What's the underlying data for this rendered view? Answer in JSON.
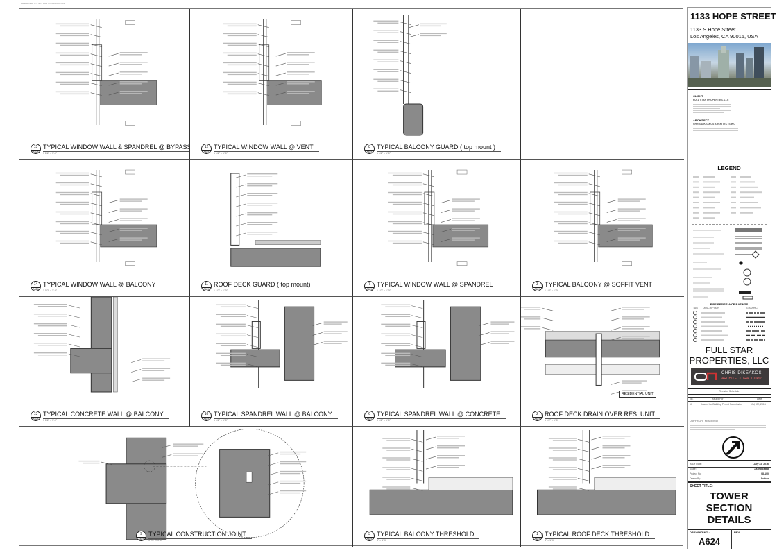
{
  "sheet_note": "PRELIMINARY — NOT FOR CONSTRUCTION",
  "details": [
    {
      "num": "15",
      "sheet": "A624",
      "title": "TYPICAL WINDOW WALL & SPANDREL @ BYPASS",
      "scale": "1 1/2\" = 1'-0\"",
      "kind": "window"
    },
    {
      "num": "12",
      "sheet": "A624",
      "title": "TYPICAL WINDOW WALL @ VENT",
      "scale": "1 1/2\" = 1'-0\"",
      "kind": "window"
    },
    {
      "num": "8",
      "sheet": "A624",
      "title": "TYPICAL BALCONY GUARD ( top mount )",
      "scale": "1 1/2\" = 1'-0\"",
      "kind": "guard"
    },
    {
      "num": "14",
      "sheet": "A624",
      "title": "TYPICAL WINDOW WALL @ BALCONY",
      "scale": "1 1/2\" = 1'-0\"",
      "kind": "window"
    },
    {
      "num": "11",
      "sheet": "A624",
      "title": "ROOF DECK GUARD ( top mount)",
      "scale": "1 1/2\" = 1'-0\"",
      "kind": "roofguard"
    },
    {
      "num": "7",
      "sheet": "A624",
      "title": "TYPICAL WINDOW WALL @ SPANDREL",
      "scale": "1 1/2\" = 1'-0\"",
      "kind": "window"
    },
    {
      "num": "3",
      "sheet": "A624",
      "title": "TYPICAL BALCONY @ SOFFIT VENT",
      "scale": "1 1/2\" = 1'-0\"",
      "kind": "window"
    },
    {
      "num": "13",
      "sheet": "A624",
      "title": "TYPICAL CONCRETE WALL @ BALCONY",
      "scale": "1 1/2\" = 1'-0\"",
      "kind": "tee"
    },
    {
      "num": "10",
      "sheet": "A624",
      "title": "TYPICAL SPANDREL WALL @ BALCONY",
      "scale": "1 1/2\" = 1'-0\"",
      "kind": "spandrel"
    },
    {
      "num": "6",
      "sheet": "A624",
      "title": "TYPICAL SPANDREL WALL @ CONCRETE",
      "scale": "1 1/2\" = 1'-0\"",
      "kind": "spandrel"
    },
    {
      "num": "2",
      "sheet": "A624",
      "title": "ROOF DECK DRAIN OVER RES. UNIT",
      "scale": "1 1/2\" = 1'-0\"",
      "kind": "drain",
      "tag": "RESIDENTIAL UNIT"
    },
    {
      "num": "9",
      "sheet": "A624",
      "title": "TYPICAL CONSTRUCTION JOINT",
      "scale": "1 1/2\" = 1'-0\"",
      "kind": "joint"
    },
    {
      "num": "5",
      "sheet": "A624",
      "title": "TYPICAL BALCONY THRESHOLD",
      "scale": "3\" = 1'-0\"",
      "kind": "threshold"
    },
    {
      "num": "1",
      "sheet": "A624",
      "title": "TYPICAL ROOF DECK THRESHOLD",
      "scale": "3\" = 1'-0\"",
      "kind": "threshold"
    }
  ],
  "title_block": {
    "project_name": "1133 HOPE STREET",
    "address_line1": "1133 S Hope Street",
    "address_line2": "Los Angeles, CA 90015, USA",
    "client_label": "CLIENT",
    "client_name": "FULL STAR PROPERTIES, LLC",
    "architect_label": "ARCHITECT",
    "architect_name": "CHRIS DIKEAKOS ARCHITECTS INC",
    "legend_title": "LEGEND",
    "fire_title": "FIRE RESISTANCE RATINGS",
    "fire_cols": [
      "TAG",
      "DESCRIPTION",
      "GRAPHIC"
    ],
    "owner_logo": "FULL STAR PROPERTIES, LLC",
    "arch_logo_line1": "CHRIS DIKEAKOS",
    "arch_logo_line2": "ARCHITECTURAL CORP",
    "revision_title": "Revision Schedule",
    "revision_cols": [
      "No.",
      "Issued For",
      "Date"
    ],
    "revisions": [
      {
        "no": "10",
        "desc": "Issued for Building Permit Submission",
        "date": "July 22, 2016"
      }
    ],
    "copyright_label": "COPYRIGHT RESERVED",
    "fields": [
      {
        "label": "Issue Date:",
        "value": "July 22, 2016"
      },
      {
        "label": "Scale:",
        "value": "As indicated"
      },
      {
        "label": "Project No:",
        "value": "08-100"
      },
      {
        "label": "Drawn By:",
        "value": "Author"
      }
    ],
    "sheet_title_label": "SHEET TITLE:",
    "sheet_title": [
      "TOWER",
      "SECTION",
      "DETAILS"
    ],
    "drawing_no_label": "DRAWING NO.:",
    "drawing_no": "A624",
    "rev_label": "REV."
  }
}
